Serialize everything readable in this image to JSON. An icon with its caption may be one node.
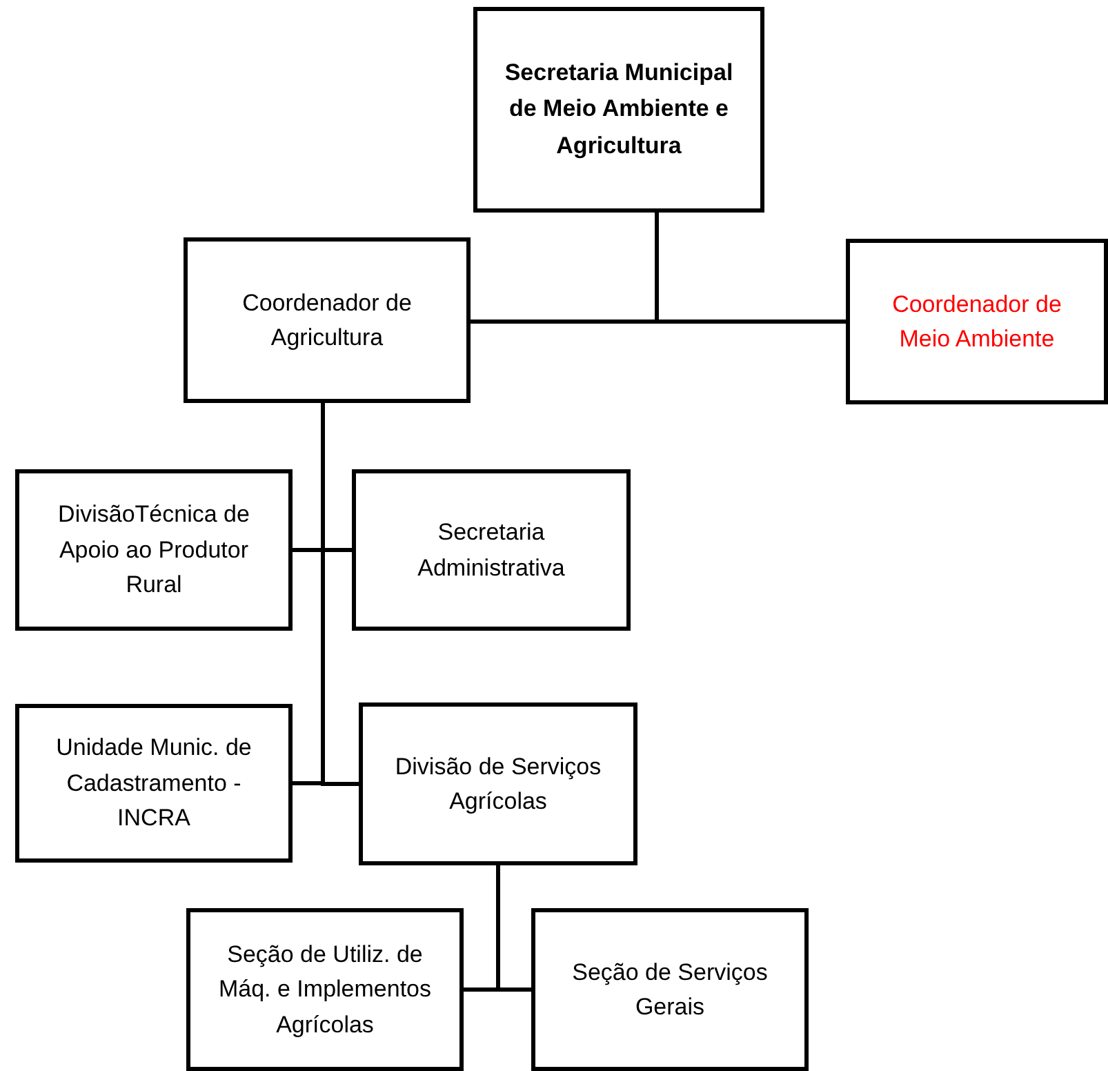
{
  "diagram": {
    "nodes": [
      {
        "text": [
          "Secretaria Municipal de Meio Ambiente e Agricultura"
        ]
      },
      {
        "text": [
          "Coordenador de Agricultura"
        ]
      },
      {
        "text": [
          "Coordenador de Meio Ambiente"
        ]
      },
      {
        "text": [
          "DivisãoTécnica de Apoio ao Produtor Rural"
        ]
      },
      {
        "text": [
          "Secretaria Administrativa"
        ]
      },
      {
        "text": [
          "Unidade Munic. de Cadastramento - INCRA"
        ]
      },
      {
        "text": [
          "Divisão de Serviços Agrícolas"
        ]
      },
      {
        "text": [
          "Seção de Utiliz. de Máq. e Implementos Agrícolas"
        ]
      },
      {
        "text": [
          "Seção de Serviços Gerais"
        ]
      }
    ],
    "edges": [
      {
        "from": 0,
        "to": 1,
        "arrow": "none"
      },
      {
        "from": 0,
        "to": 2,
        "arrow": "none"
      },
      {
        "from": 1,
        "to": 3,
        "arrow": "none"
      },
      {
        "from": 1,
        "to": 4,
        "arrow": "none"
      },
      {
        "from": 1,
        "to": 5,
        "arrow": "none"
      },
      {
        "from": 1,
        "to": 6,
        "arrow": "none"
      },
      {
        "from": 6,
        "to": 7,
        "arrow": "none"
      },
      {
        "from": 6,
        "to": 8,
        "arrow": "none"
      }
    ]
  }
}
